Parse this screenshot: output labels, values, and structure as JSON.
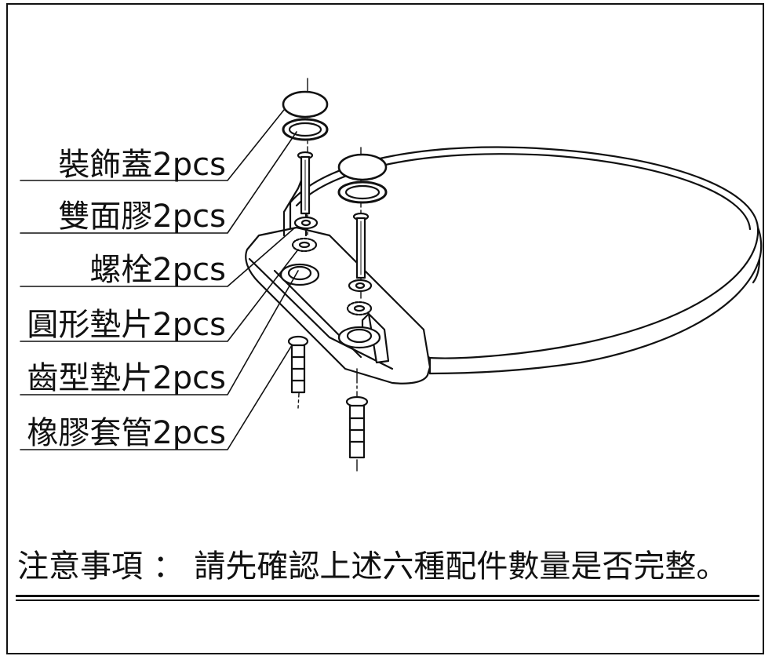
{
  "parts": [
    {
      "label": "裝飾蓋2pcs"
    },
    {
      "label": "雙面膠2pcs"
    },
    {
      "label": "螺栓2pcs"
    },
    {
      "label": "圓形墊片2pcs"
    },
    {
      "label": "齒型墊片2pcs"
    },
    {
      "label": "橡膠套管2pcs"
    }
  ],
  "notice": "注意事項 ： 請先確認上述六種配件數量是否完整。"
}
